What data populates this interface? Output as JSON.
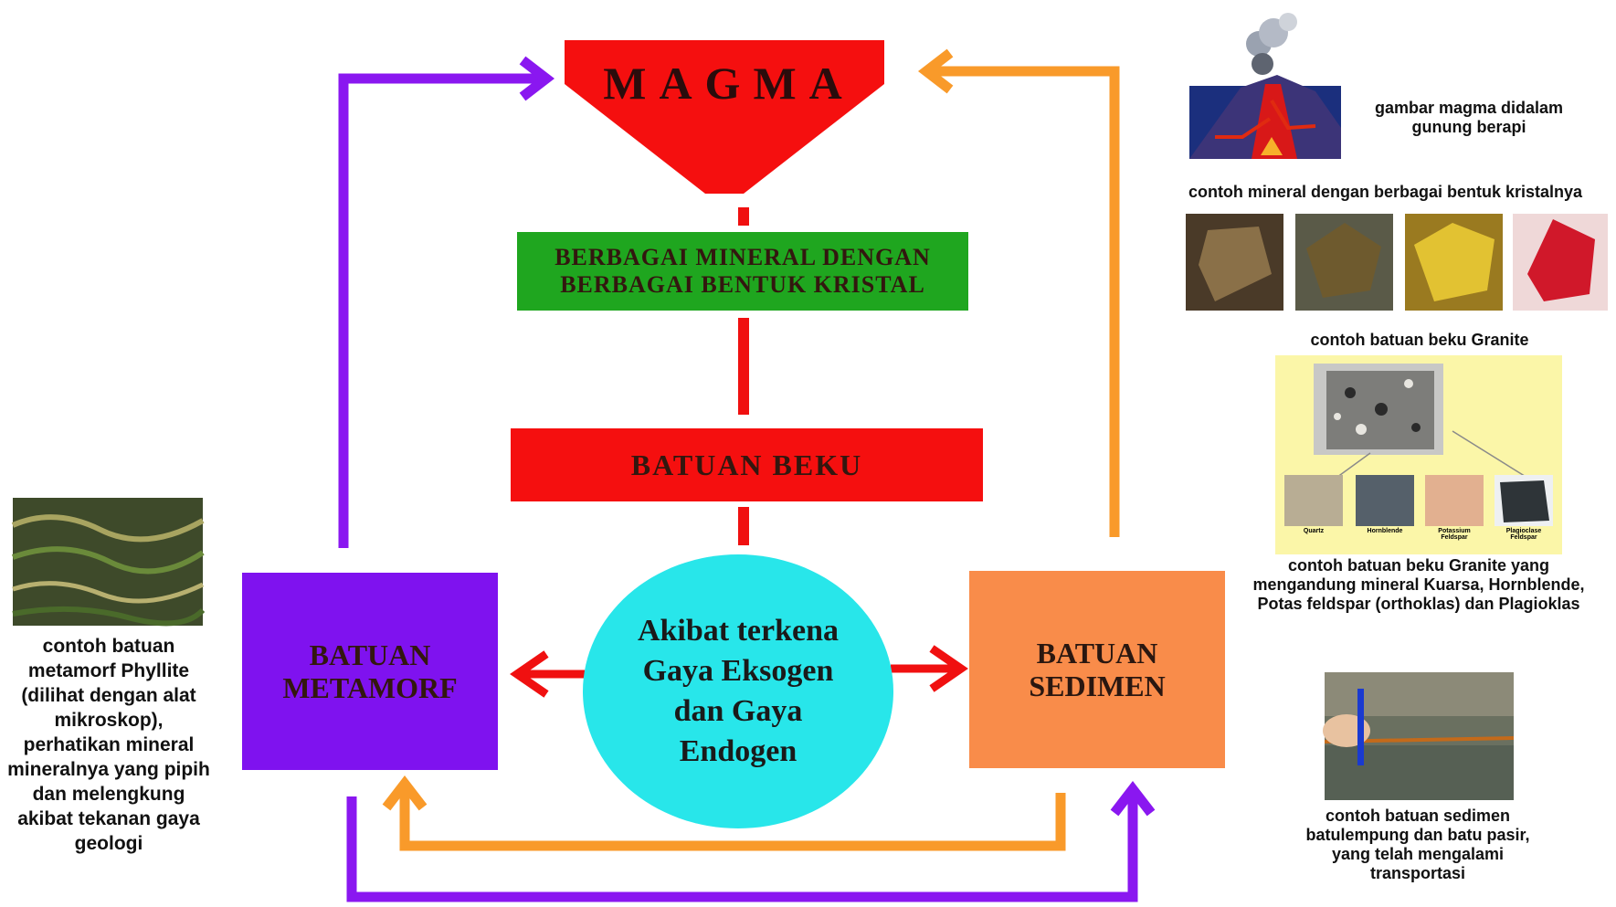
{
  "diagram": {
    "magma": "MAGMA",
    "mineral_box": "BERBAGAI MINERAL DENGAN BERBAGAI BENTUK KRISTAL",
    "batuan_beku": "BATUAN BEKU",
    "batuan_metamorf": "BATUAN METAMORF",
    "batuan_sedimen": "BATUAN SEDIMEN",
    "center_circle": "Akibat terkena Gaya Eksogen dan Gaya Endogen"
  },
  "captions": {
    "volcano": "gambar magma didalam gunung berapi",
    "minerals": "contoh mineral dengan berbagai bentuk kristalnya",
    "granite_title": "contoh batuan beku Granite",
    "granite_desc": "contoh batuan beku Granite yang mengandung mineral Kuarsa, Hornblende, Potas feldspar (orthoklas) dan Plagioklas",
    "sediment_desc": "contoh batuan sedimen batulempung dan batu pasir, yang telah mengalami transportasi",
    "phyllite_desc": "contoh batuan metamorf Phyllite (dilihat dengan alat mikroskop), perhatikan mineral mineralnya yang pipih dan melengkung akibat tekanan gaya geologi"
  },
  "granite_minerals": [
    "Quartz",
    "Hornblende",
    "Potassium Feldspar",
    "Plagioclase Feldspar"
  ],
  "colors": {
    "magma": "#f50f0f",
    "mineral_box": "#1fa61f",
    "batuan_beku": "#f50f0f",
    "metamorf": "#7f12ef",
    "sedimen": "#f98c4a",
    "circle": "#28e6ea",
    "arrow_purple": "#8a17f0",
    "arrow_orange": "#f99a2a",
    "arrow_red": "#f01010"
  }
}
